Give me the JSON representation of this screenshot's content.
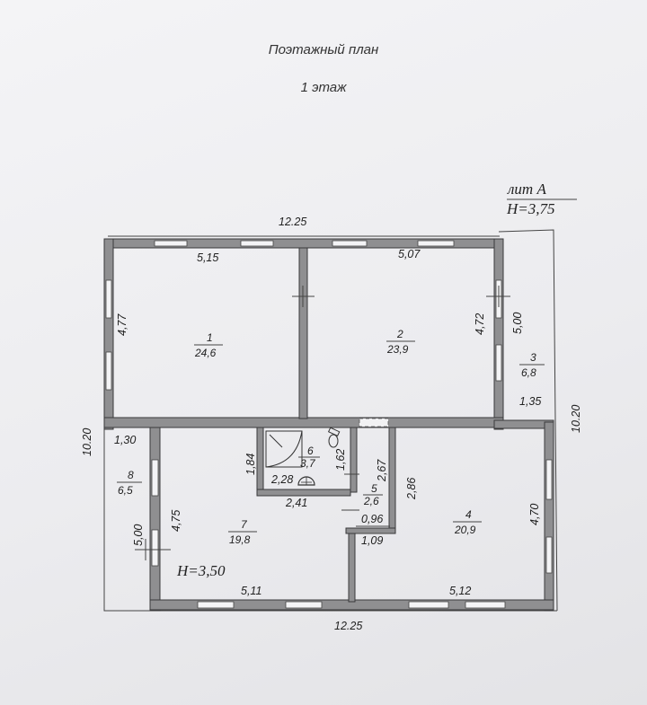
{
  "header": {
    "title": "Поэтажный план",
    "floor": "1 этаж"
  },
  "lit": {
    "name": "лит А",
    "height": "H=3,75"
  },
  "annex_height": "H=3,50",
  "rooms": [
    {
      "num": "1",
      "area": "24,6"
    },
    {
      "num": "2",
      "area": "23,9"
    },
    {
      "num": "3",
      "area": "6,8"
    },
    {
      "num": "4",
      "area": "20,9"
    },
    {
      "num": "5",
      "area": "2,6"
    },
    {
      "num": "6",
      "area": "3,7"
    },
    {
      "num": "7",
      "area": "19,8"
    },
    {
      "num": "8",
      "area": "6,5"
    }
  ],
  "dims": {
    "top_total": "12.25",
    "bottom_total": "12.25",
    "left_total": "10.20",
    "right_total": "10.20",
    "r1_width": "5,15",
    "r1_height": "4,77",
    "r2_width": "5,07",
    "r2_height": "4,72",
    "r3_height": "5,00",
    "r3_width": "1,35",
    "r8_width": "1,30",
    "r8_height": "5,00",
    "r7_height": "4,75",
    "r7_width": "5,11",
    "r4_width": "5,12",
    "r4_height": "4,70",
    "r6_height_a": "1,84",
    "r6_height_b": "1,62",
    "r6_width_a": "2,28",
    "r6_width_b": "2,41",
    "r5_height_a": "2,67",
    "r5_height_b": "2,86",
    "r5_width_a": "0,96",
    "r5_width_b": "1,09"
  }
}
